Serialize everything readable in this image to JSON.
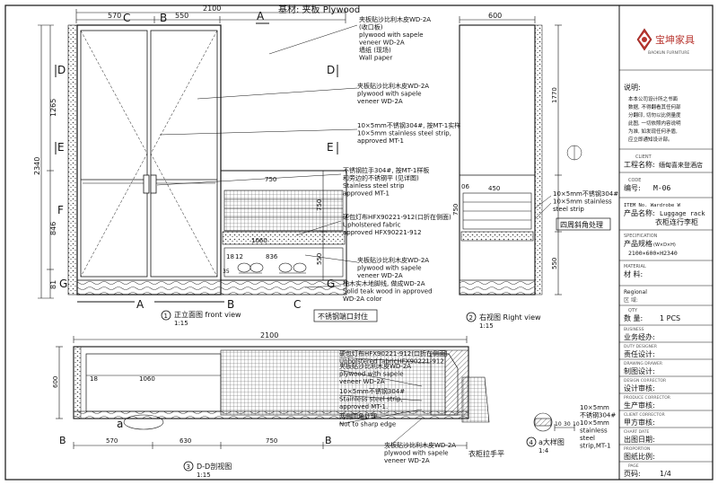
{
  "header": {
    "title": "基材: 夹板 Plywood"
  },
  "views": {
    "front": {
      "number": "1",
      "title": "正立面图 front view",
      "scale": "1:15"
    },
    "right": {
      "number": "2",
      "title": "右视图 Right view",
      "scale": "1:15"
    },
    "section": {
      "number": "3",
      "title": "D-D剖视图",
      "scale": "1:15"
    },
    "detail": {
      "number": "4",
      "title": "a大样图",
      "scale": "1:4"
    }
  },
  "dimensions": {
    "front_top_total": "2100",
    "front_top_left": "570",
    "front_top_right": "550",
    "front_height_total": "2340",
    "front_h_1265": "1265",
    "front_h_846": "846",
    "front_h_81": "81",
    "front_h_750": "750",
    "front_h_550": "550",
    "front_inner_750": "750",
    "front_inner_1060": "1060",
    "front_inner_836": "836",
    "front_inner_18": "18",
    "front_inner_12": "12",
    "front_inner_35": "35",
    "right_top": "600",
    "right_h_1770": "1770",
    "right_h_550": "550",
    "right_h_06": "06",
    "right_h_450": "450",
    "right_h_750": "750",
    "section_top_total": "2100",
    "section_top_1060": "1060",
    "section_left_600": "600",
    "section_bottom_570": "570",
    "section_bottom_750": "750",
    "section_bottom_630": "630",
    "section_18": "18",
    "detail_10": "10",
    "detail_30": "30",
    "detail_10b": "10"
  },
  "markers": {
    "A": "A",
    "B": "B",
    "C": "C",
    "D": "D",
    "E": "E",
    "F": "F",
    "G": "G",
    "a": "a"
  },
  "notes_front": [
    {
      "lines": [
        "夹板贴沙比利木皮WD-2A",
        "(收口板)",
        "plywood with sapele",
        "veneer WD-2A",
        "墙纸 (现场)",
        "Wall paper"
      ]
    },
    {
      "lines": [
        "夹板贴沙比利木皮WD-2A",
        "plywood with sapele",
        "veneer WD-2A"
      ]
    },
    {
      "lines": [
        "10×5mm不锈钢304#, 按MT-1实样",
        "10×5mm stainless steel strip,",
        "approved MT-1"
      ]
    },
    {
      "lines": [
        "不锈钢拉手304#, 按MT-1样板",
        "和旁边的不锈钢平 (见详图)",
        "Stainless steel strip",
        "approved MT-1"
      ]
    },
    {
      "lines": [
        "硬包灯布HFX90221-912(口折在侧面)",
        "Upholstered fabric",
        "approved HFX90221-912"
      ]
    },
    {
      "lines": [
        "夹板贴沙比利木皮WD-2A",
        "plywood with sapele",
        "veneer WD-2A"
      ]
    },
    {
      "lines": [
        "柚木实木地脚线, 做成WD-2A",
        "Solid teak wood in approved",
        "WD-2A color"
      ]
    }
  ],
  "notes_right": [
    {
      "lines": [
        "10×5mm不锈钢304#",
        "10×5mm stainless",
        "steel strip"
      ]
    }
  ],
  "stamp_right": "四周斜角处理",
  "stamp_front": "不锈钢端口封住",
  "notes_section": [
    {
      "lines": [
        "硬包灯布HFX90221-912(口折在侧面)",
        "Upholstered fabricHFX90221-912"
      ]
    },
    {
      "lines": [
        "夹板贴沙比利木皮WD-2A",
        "plywood with sapele",
        "veneer WD-2A"
      ]
    },
    {
      "lines": [
        "10×5mm不锈钢304#",
        "Stainless steel strip,",
        "approved MT-1."
      ]
    },
    {
      "lines": [
        "两侧圆角处理",
        "Not to sharp edge"
      ]
    },
    {
      "lines": [
        "夹板贴沙比利木皮WD-2A",
        "plywood with sapele",
        "veneer WD-2A"
      ]
    }
  ],
  "label_handle": "衣柜拉手平",
  "notes_detail": [
    {
      "lines": [
        "10×5mm",
        "不锈钢304#",
        "10×5mm",
        "stainless",
        "steel",
        "strip,MT-1"
      ]
    }
  ],
  "title_block": {
    "logo_cn": "宝坤家具",
    "logo_en": "BAOKUN FURNITURE",
    "notice_title": "说明:",
    "notice_lines": [
      "本本公司设计所之书面",
      "数据, 不得翻看其任何部",
      "分翻印, 切勿以比例量度",
      "此图, 一切依照内容说明",
      "为准, 如发现任何矛盾,",
      "应立即通知设计部。"
    ],
    "client_label": "CLIENT",
    "project_label": "工程名称:",
    "project_value": "缅甸喜来登酒店",
    "code_en": "CODE",
    "code_label": "编号:",
    "code_value": "M-06",
    "item_en": "ITEM No. Wardrobe W",
    "item_label": "产品名称:",
    "item_value_en": "Luggage rack",
    "item_value_cn": "衣柜连行李柜",
    "spec_en": "SPECIFICATION",
    "spec_label": "产品规格",
    "spec_unit": "(W×D×H)",
    "spec_value": "2100×600×H2340",
    "material_en": "MATERIAL",
    "material_label": "材 料:",
    "region_en": "Regional",
    "region_label": "区 域:",
    "qty_en": "QTY",
    "qty_label": "数 量:",
    "qty_value": "1 PCS",
    "business_en": "BUSINESS",
    "business_label": "业务经办:",
    "duty_en": "DUTY DESIGNER",
    "duty_label": "责任设计:",
    "drawing_en": "DRAWING DRAWER",
    "drawing_label": "制图设计:",
    "design_check_en": "DESIGN CORRECTOR",
    "design_check_label": "设计审核:",
    "prod_check_en": "PRODUCE CORRECTOR",
    "prod_check_label": "生产审核:",
    "client_check_en": "CLIENT CORRECTOR",
    "client_check_label": "甲方审核:",
    "date_en": "CHART DATE",
    "date_label": "出图日期:",
    "proportion_en": "PROPORTION",
    "proportion_label": "图纸比例:",
    "page_en": "PAGE",
    "page_label": "页码:",
    "page_value": "1/4"
  }
}
